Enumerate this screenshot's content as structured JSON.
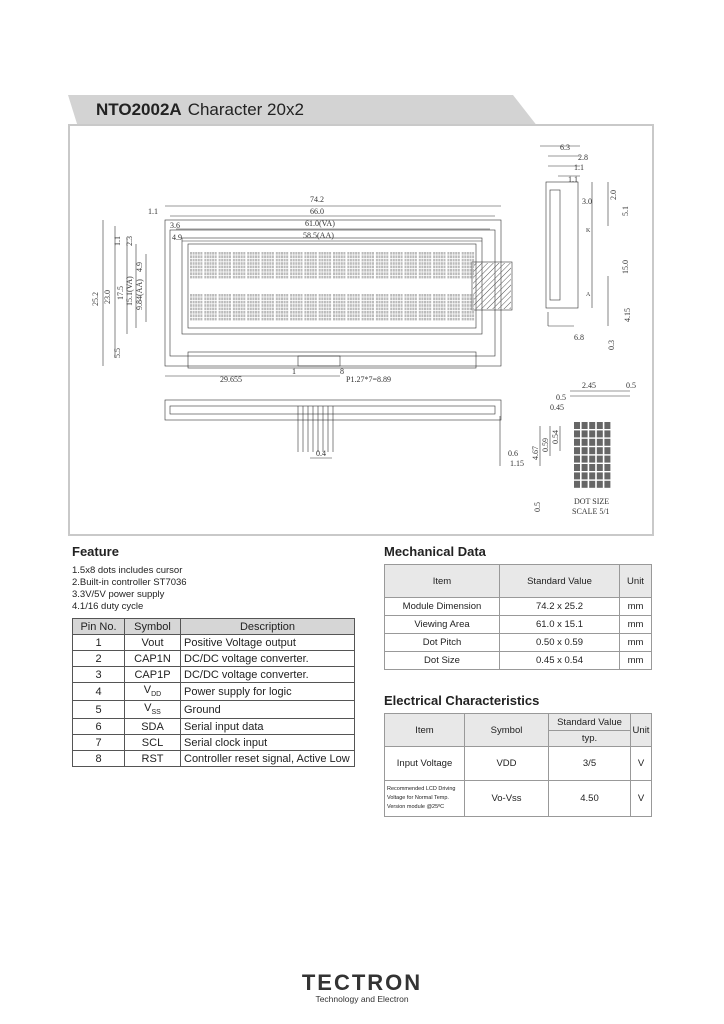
{
  "header": {
    "model": "NTO2002A",
    "subtitle": "Character  20x2"
  },
  "drawing": {
    "top_dims": [
      "74.2",
      "66.0",
      "61.0(VA)",
      "58.5(AA)",
      "1.1",
      "3.6",
      "4.9"
    ],
    "left_dims": [
      "25.2",
      "23.0",
      "17.5",
      "15.1(VA)",
      "9.84(AA)",
      "4.9",
      "2.3",
      "1.1",
      "5.5"
    ],
    "bottom_dims": [
      "29.655",
      "1",
      "8",
      "P1.27*7=8.89",
      "0.4",
      "0.6",
      "1.15"
    ],
    "side_dims": [
      "6.3",
      "2.8",
      "1.1",
      "1.1",
      "3.0",
      "2.0",
      "5.1",
      "15.0",
      "4.15",
      "6.8",
      "0.3",
      "K",
      "A"
    ],
    "dot_dims": [
      "2.45",
      "0.5",
      "0.5",
      "0.45",
      "4.67",
      "0.59",
      "0.54",
      "0.5"
    ],
    "dot_caption": [
      "DOT SIZE",
      "SCALE 5/1"
    ]
  },
  "feature": {
    "heading": "Feature",
    "items": [
      "1.5x8 dots includes cursor",
      "2.Built-in controller ST7036",
      "3.3V/5V power supply",
      "4.1/16 duty cycle"
    ]
  },
  "pins": {
    "headers": [
      "Pin No.",
      "Symbol",
      "Description"
    ],
    "rows": [
      {
        "no": "1",
        "sym": "Vout",
        "desc": "Positive Voltage output"
      },
      {
        "no": "2",
        "sym": "CAP1N",
        "desc": "DC/DC voltage converter."
      },
      {
        "no": "3",
        "sym": "CAP1P",
        "desc": "DC/DC voltage converter."
      },
      {
        "no": "4",
        "sym_base": "V",
        "sym_sub": "DD",
        "desc": "Power supply for logic"
      },
      {
        "no": "5",
        "sym_base": "V",
        "sym_sub": "SS",
        "desc": "Ground"
      },
      {
        "no": "6",
        "sym": "SDA",
        "desc": "Serial input data"
      },
      {
        "no": "7",
        "sym": "SCL",
        "desc": "Serial clock input"
      },
      {
        "no": "8",
        "sym": "RST",
        "desc": "Controller reset signal, Active Low"
      }
    ]
  },
  "mechanical": {
    "heading": "Mechanical Data",
    "headers": [
      "Item",
      "Standard Value",
      "Unit"
    ],
    "rows": [
      {
        "item": "Module Dimension",
        "value": "74.2 x 25.2",
        "unit": "mm"
      },
      {
        "item": "Viewing Area",
        "value": "61.0 x 15.1",
        "unit": "mm"
      },
      {
        "item": "Dot Pitch",
        "value": "0.50 x 0.59",
        "unit": "mm"
      },
      {
        "item": "Dot Size",
        "value": "0.45 x 0.54",
        "unit": "mm"
      }
    ]
  },
  "electrical": {
    "heading": "Electrical Characteristics",
    "headers": {
      "item": "Item",
      "symbol": "Symbol",
      "std": "Standard Value",
      "typ": "typ.",
      "unit": "Unit"
    },
    "rows": [
      {
        "item": "Input Voltage",
        "symbol": "VDD",
        "typ": "3/5",
        "unit": "V"
      },
      {
        "item_lines": [
          "Recommended LCD Driving",
          "Voltage for Normal Temp.",
          "Version module @25ºC"
        ],
        "symbol": "Vo-Vss",
        "typ": "4.50",
        "unit": "V"
      }
    ]
  },
  "footer": {
    "logo": "TECTRON",
    "tagline": "Technology and Electron"
  }
}
